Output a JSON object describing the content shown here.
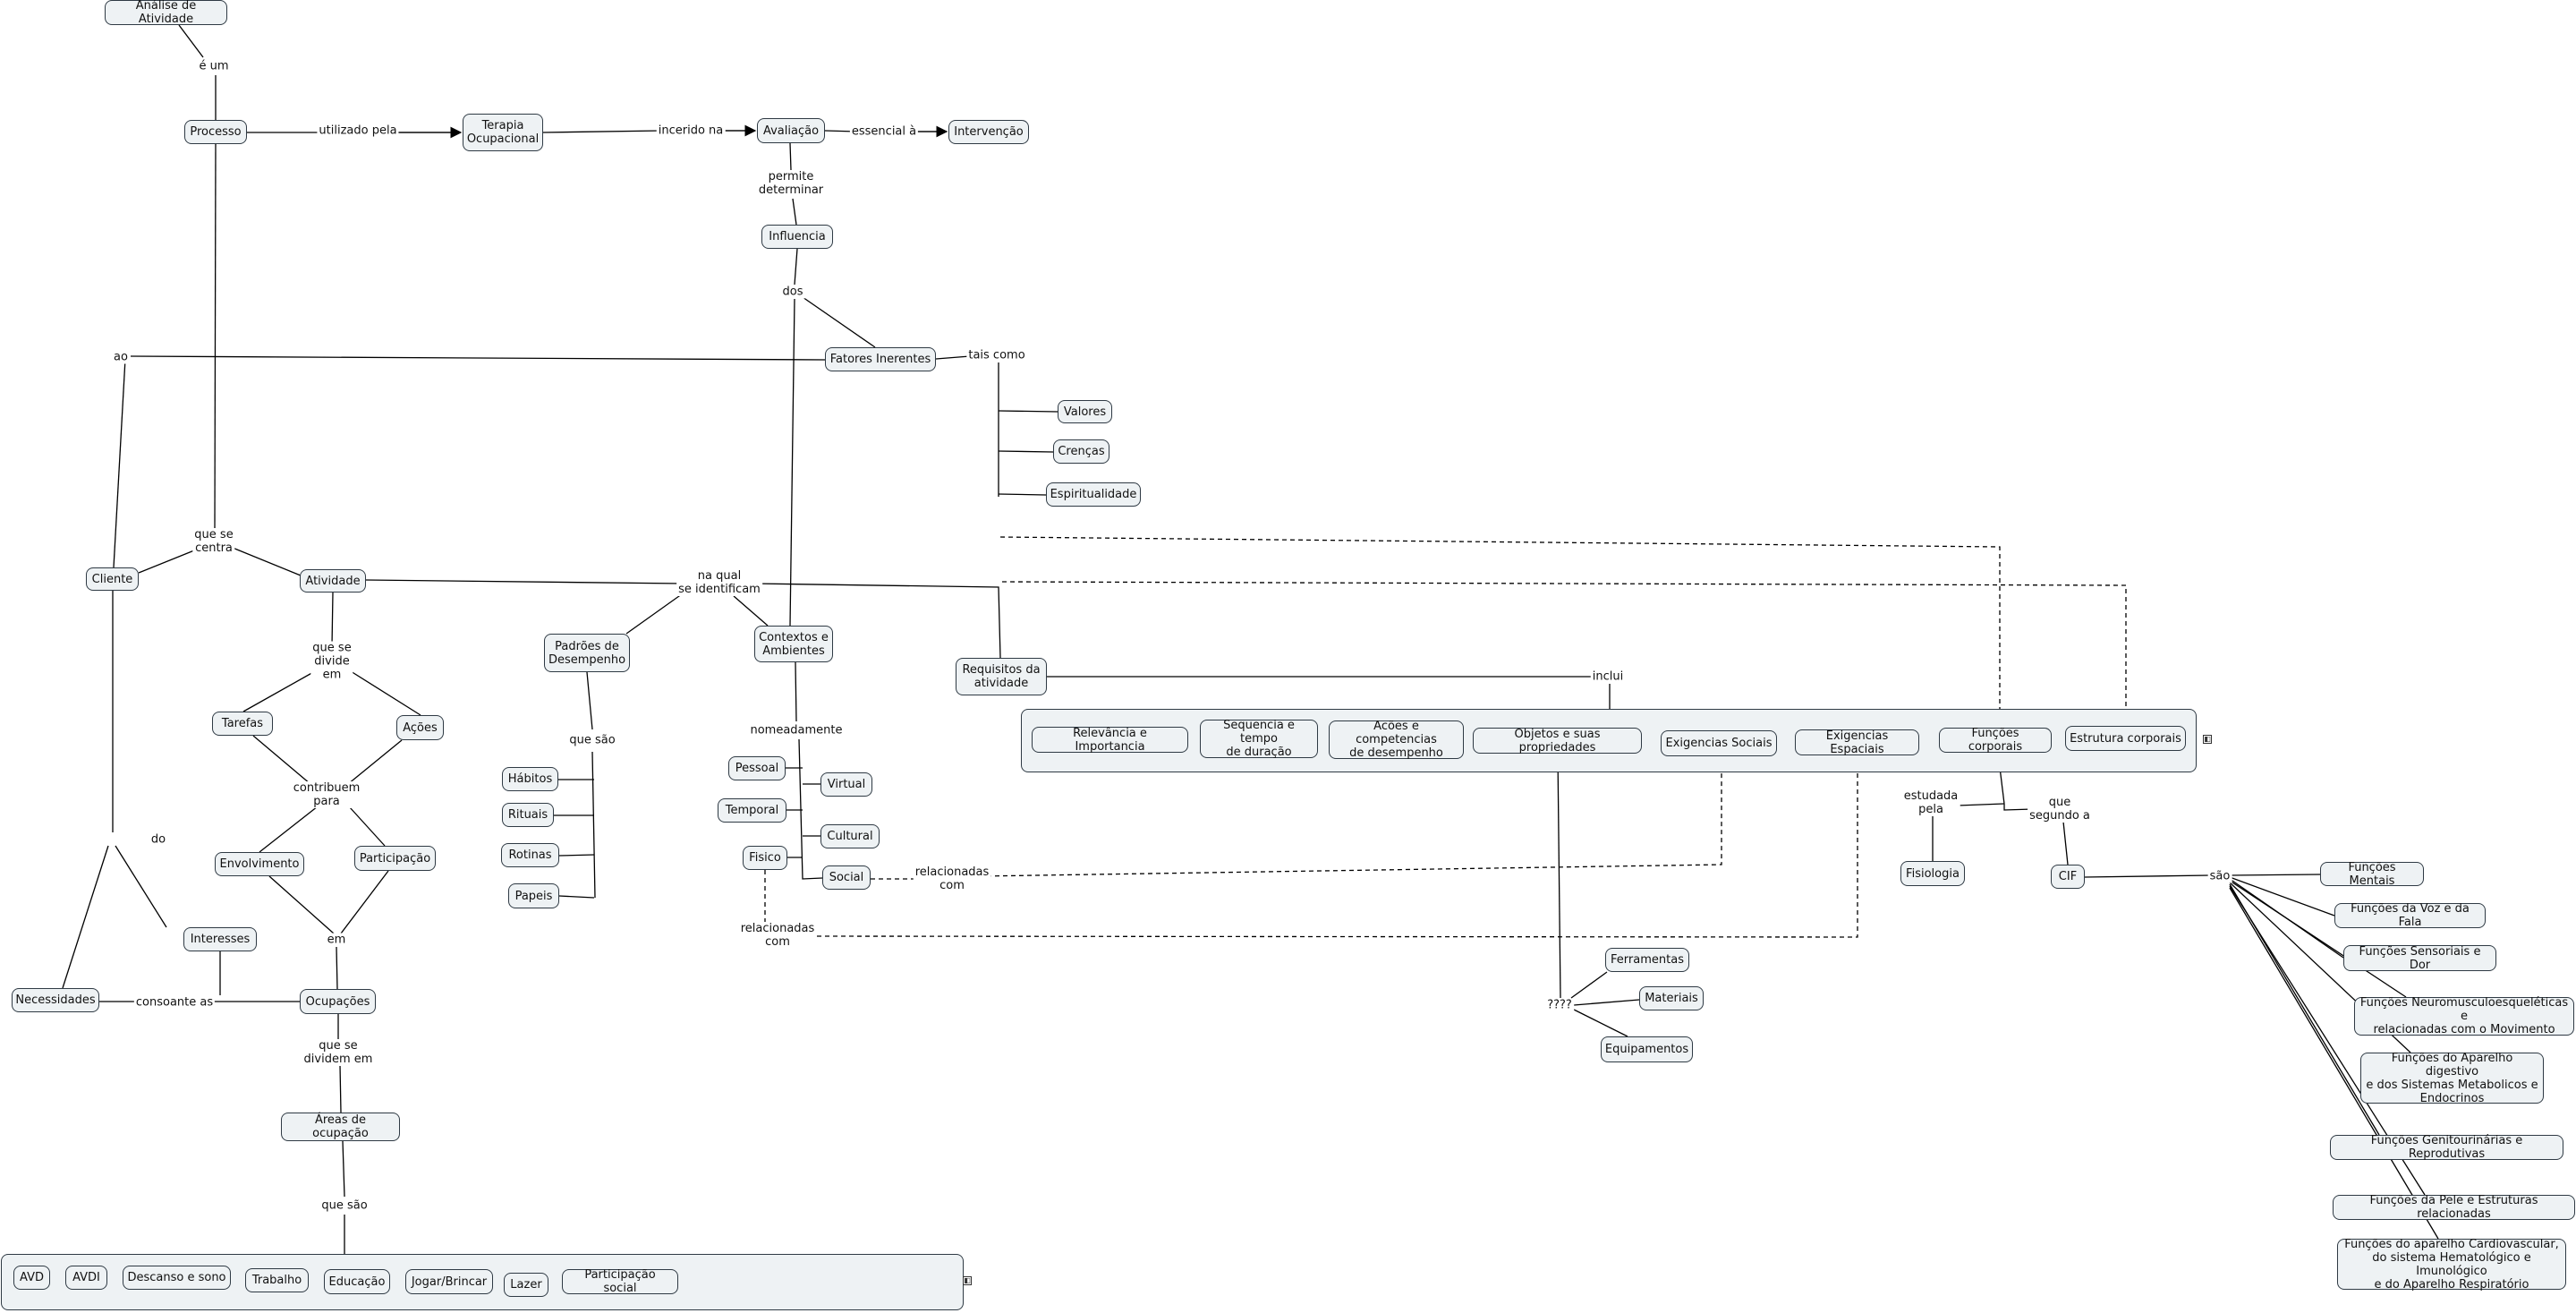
{
  "nodes": {
    "analise": "Análise de Atividade",
    "processo": "Processo",
    "terapia": "Terapia\nOcupacional",
    "avaliacao": "Avaliação",
    "intervencao": "Intervenção",
    "influencia": "Influencia",
    "fatores": "Fatores Inerentes",
    "valores": "Valores",
    "crencas": "Crenças",
    "espiritualidade": "Espiritualidade",
    "cliente": "Cliente",
    "atividade": "Atividade",
    "padroes": "Padrões de\nDesempenho",
    "contextos": "Contextos e\nAmbientes",
    "requisitos": "Requisitos da\natividade",
    "tarefas": "Tarefas",
    "acoes": "Ações",
    "envolvimento": "Envolvimento",
    "participacao": "Participação",
    "interesses": "Interesses",
    "necessidades": "Necessidades",
    "ocupacoes": "Ocupações",
    "areas": "Áreas de ocupação",
    "habitos": "Hábitos",
    "rituais": "Rituais",
    "rotinas": "Rotinas",
    "papeis": "Papeis",
    "pessoal": "Pessoal",
    "virtual": "Virtual",
    "temporal": "Temporal",
    "cultural": "Cultural",
    "fisico": "Fisico",
    "social": "Social",
    "relevancia": "Relevância e Importancia",
    "sequencia": "Sequencia e tempo\nde duração",
    "acoescomp": "Acões e competencias\nde desempenho",
    "objetos": "Objetos e suas propriedades",
    "exsociais": "Exigencias Sociais",
    "exespaciais": "Exigencias Espaciais",
    "funcorp": "Funções corporais",
    "estcorp": "Estrutura corporais",
    "ferramentas": "Ferramentas",
    "materiais": "Materiais",
    "equipamentos": "Equipamentos",
    "fisiologia": "Fisiologia",
    "cif": "CIF",
    "fmentais": "Funções Mentais",
    "fvoz": "Funções da Voz e da Fala",
    "fsens": "Funções Sensoriais e Dor",
    "fneuro": "Funções Neuromusculoesqueléticas e\nrelacionadas com o Movimento",
    "fdigest": "Funções do Aparelho digestivo\ne dos Sistemas Metabolicos e\nEndocrinos",
    "fgenit": "Funções Genitourinárias e Reprodutivas",
    "fpele": "Funções da Pele e Estruturas relacionadas",
    "fcardio": "Funções do aparelho Cardiovascular,\ndo sistema Hematológico e Imunológico\ne do Aparelho Respiratório",
    "avd": "AVD",
    "avdi": "AVDI",
    "descanso": "Descanso e sono",
    "trabalho": "Trabalho",
    "educacao": "Educação",
    "jogar": "Jogar/Brincar",
    "lazer": "Lazer",
    "partsocial": "Participação social"
  },
  "labels": {
    "eum": "é um",
    "utilizado": "utilizado pela",
    "incerido": "incerido na",
    "essencial": "essencial à",
    "permite": "permite\ndeterminar",
    "dos": "dos",
    "ao": "ao",
    "taiscomo": "tais como",
    "queseCentra": "que se\ncentra",
    "naqual": "na qual\nse identificam",
    "quesedivide": "que se\ndivide\nem",
    "contribuem": "contribuem\npara",
    "em": "em",
    "do": "do",
    "consoante": "consoante as",
    "quesedividem": "que se\ndividem em",
    "queSao1": "que são",
    "queSao2": "que são",
    "nomeadamente": "nomeadamente",
    "relacionadas1": "relacionadas\ncom",
    "relacionadas2": "relacionadas\ncom",
    "inclui": "inclui",
    "interrog": "????",
    "estudada": "estudada\npela",
    "segundo": "que\nsegundo a",
    "sao": "são"
  }
}
